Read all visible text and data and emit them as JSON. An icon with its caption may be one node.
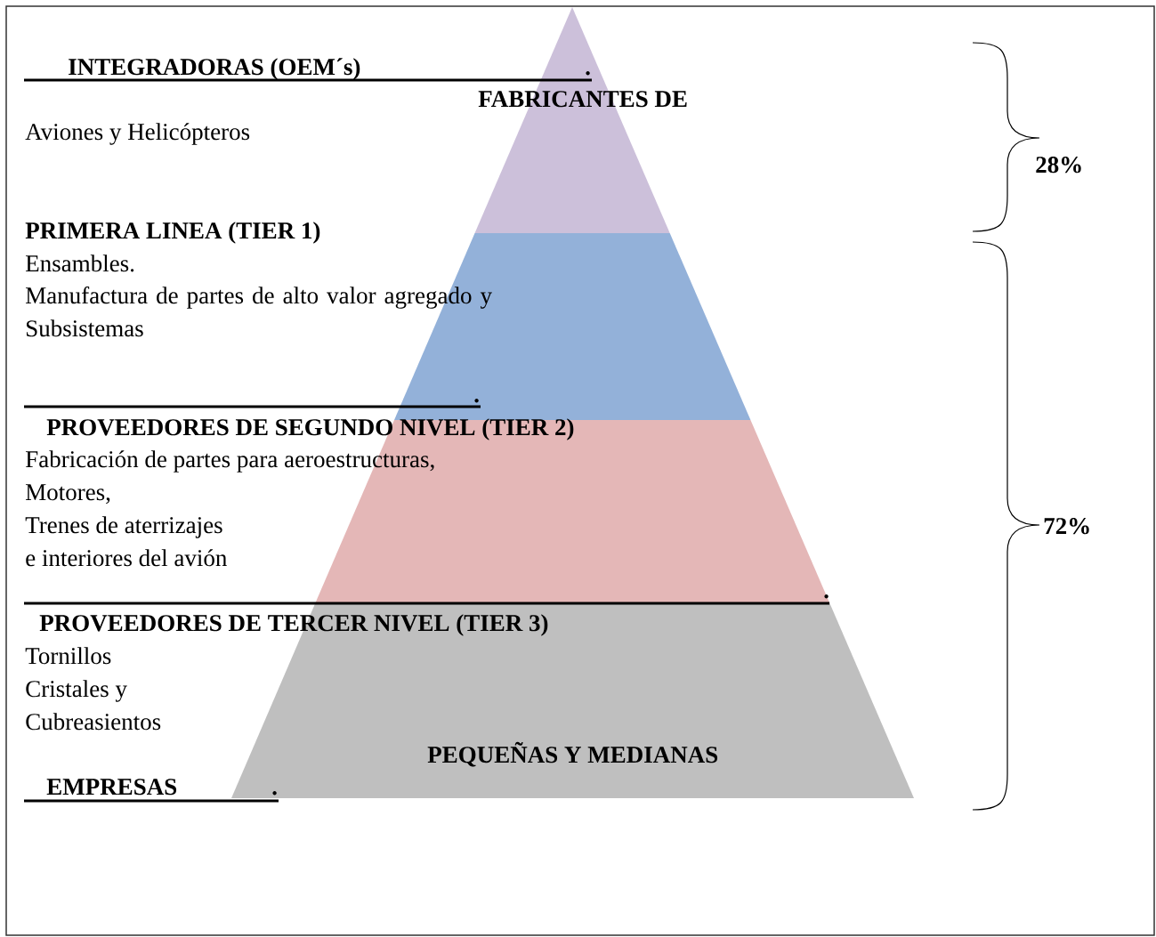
{
  "diagram": {
    "labels": [
      "INTEGRADORAS (OEM´s)",
      ".",
      "FABRICANTES DE",
      "Aviones y Helicópteros",
      "28%",
      "PRIMERA LINEA (TIER 1)",
      "Ensambles.",
      "Manufactura de partes de alto valor agregado y Subsistemas",
      ".",
      "PROVEEDORES DE SEGUNDO NIVEL (TIER 2)",
      "72%",
      "Fabricación de partes para aeroestructuras,",
      "Motores,",
      "Trenes de aterrizajes",
      "e interiores del avión",
      ".",
      "PROVEEDORES DE TERCER NIVEL (TIER 3)",
      "Tornillos",
      "Cristales y",
      "Cubreasientos",
      "PEQUEÑAS Y MEDIANAS",
      "EMPRESAS",
      "."
    ]
  }
}
